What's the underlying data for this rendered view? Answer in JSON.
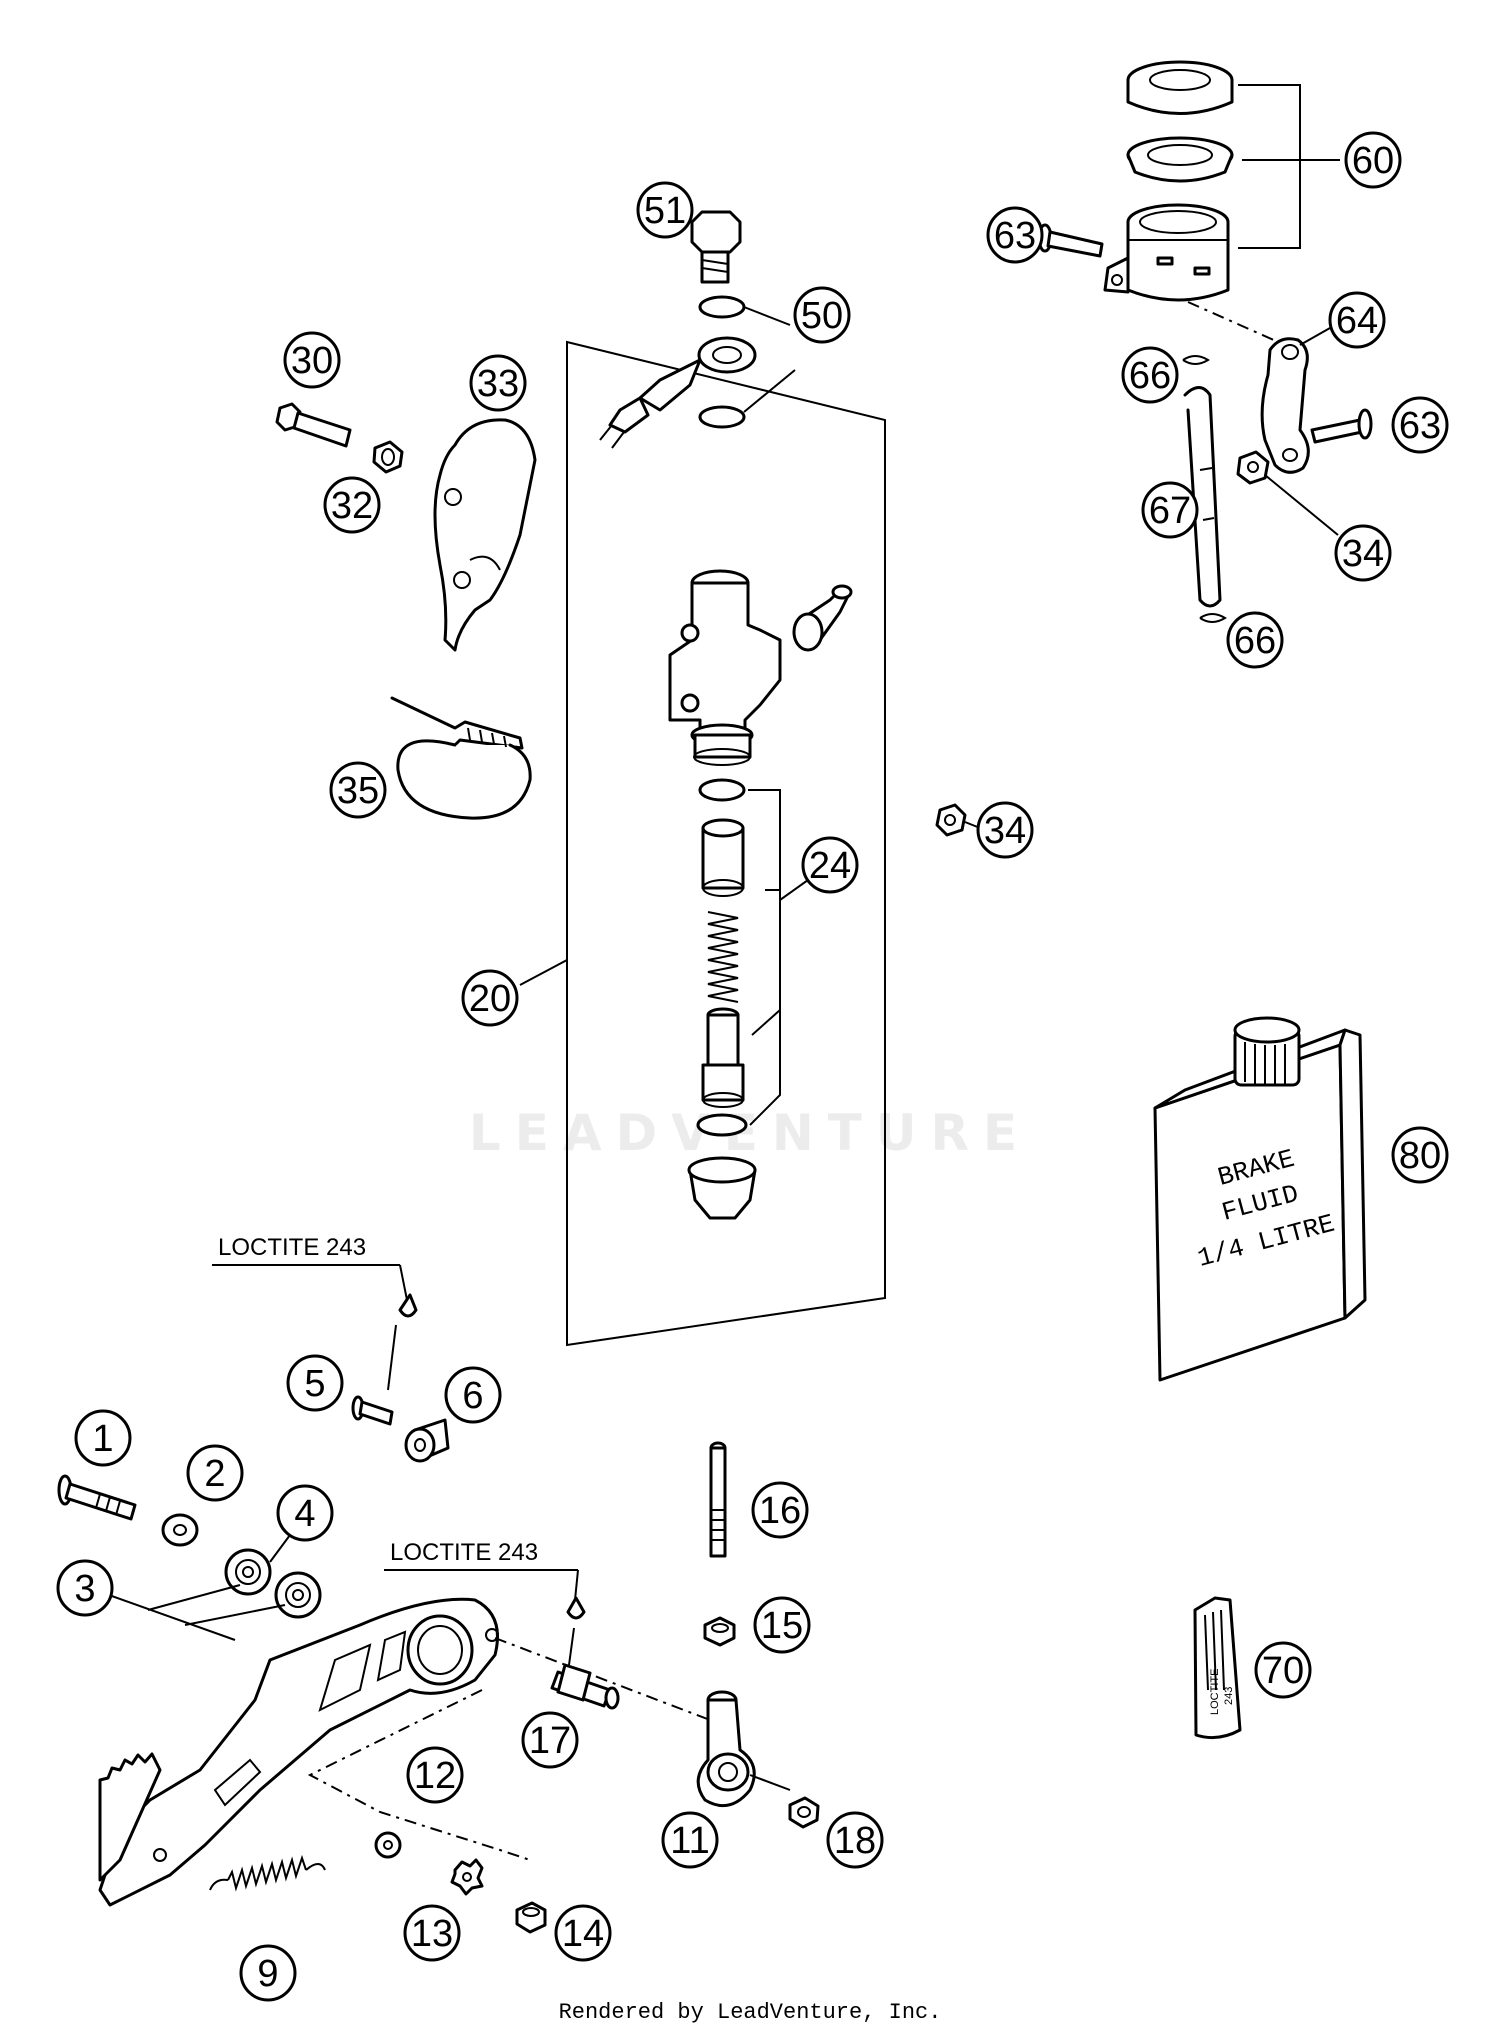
{
  "callouts": [
    {
      "id": "c51",
      "label": "51"
    },
    {
      "id": "c50",
      "label": "50"
    },
    {
      "id": "c60",
      "label": "60"
    },
    {
      "id": "c63a",
      "label": "63"
    },
    {
      "id": "c64",
      "label": "64"
    },
    {
      "id": "c66a",
      "label": "66"
    },
    {
      "id": "c63b",
      "label": "63"
    },
    {
      "id": "c67",
      "label": "67"
    },
    {
      "id": "c34a",
      "label": "34"
    },
    {
      "id": "c66b",
      "label": "66"
    },
    {
      "id": "c30",
      "label": "30"
    },
    {
      "id": "c33",
      "label": "33"
    },
    {
      "id": "c32",
      "label": "32"
    },
    {
      "id": "c35",
      "label": "35"
    },
    {
      "id": "c34b",
      "label": "34"
    },
    {
      "id": "c24",
      "label": "24"
    },
    {
      "id": "c20",
      "label": "20"
    },
    {
      "id": "c80",
      "label": "80"
    },
    {
      "id": "c5",
      "label": "5"
    },
    {
      "id": "c6",
      "label": "6"
    },
    {
      "id": "c1",
      "label": "1"
    },
    {
      "id": "c2",
      "label": "2"
    },
    {
      "id": "c4",
      "label": "4"
    },
    {
      "id": "c3",
      "label": "3"
    },
    {
      "id": "c16",
      "label": "16"
    },
    {
      "id": "c15",
      "label": "15"
    },
    {
      "id": "c17",
      "label": "17"
    },
    {
      "id": "c70",
      "label": "70"
    },
    {
      "id": "c12",
      "label": "12"
    },
    {
      "id": "c11",
      "label": "11"
    },
    {
      "id": "c18",
      "label": "18"
    },
    {
      "id": "c9",
      "label": "9"
    },
    {
      "id": "c13",
      "label": "13"
    },
    {
      "id": "c14",
      "label": "14"
    }
  ],
  "labels": {
    "loctite_top": "LOCTITE 243",
    "loctite_mid": "LOCTITE 243"
  },
  "brake_fluid": [
    "BRAKE",
    "FLUID",
    "1/4 LITRE"
  ],
  "loctite_bottle": [
    "LOCTITE",
    "243"
  ],
  "watermark": "LEADVENTURE",
  "footer": "Rendered by LeadVenture, Inc."
}
